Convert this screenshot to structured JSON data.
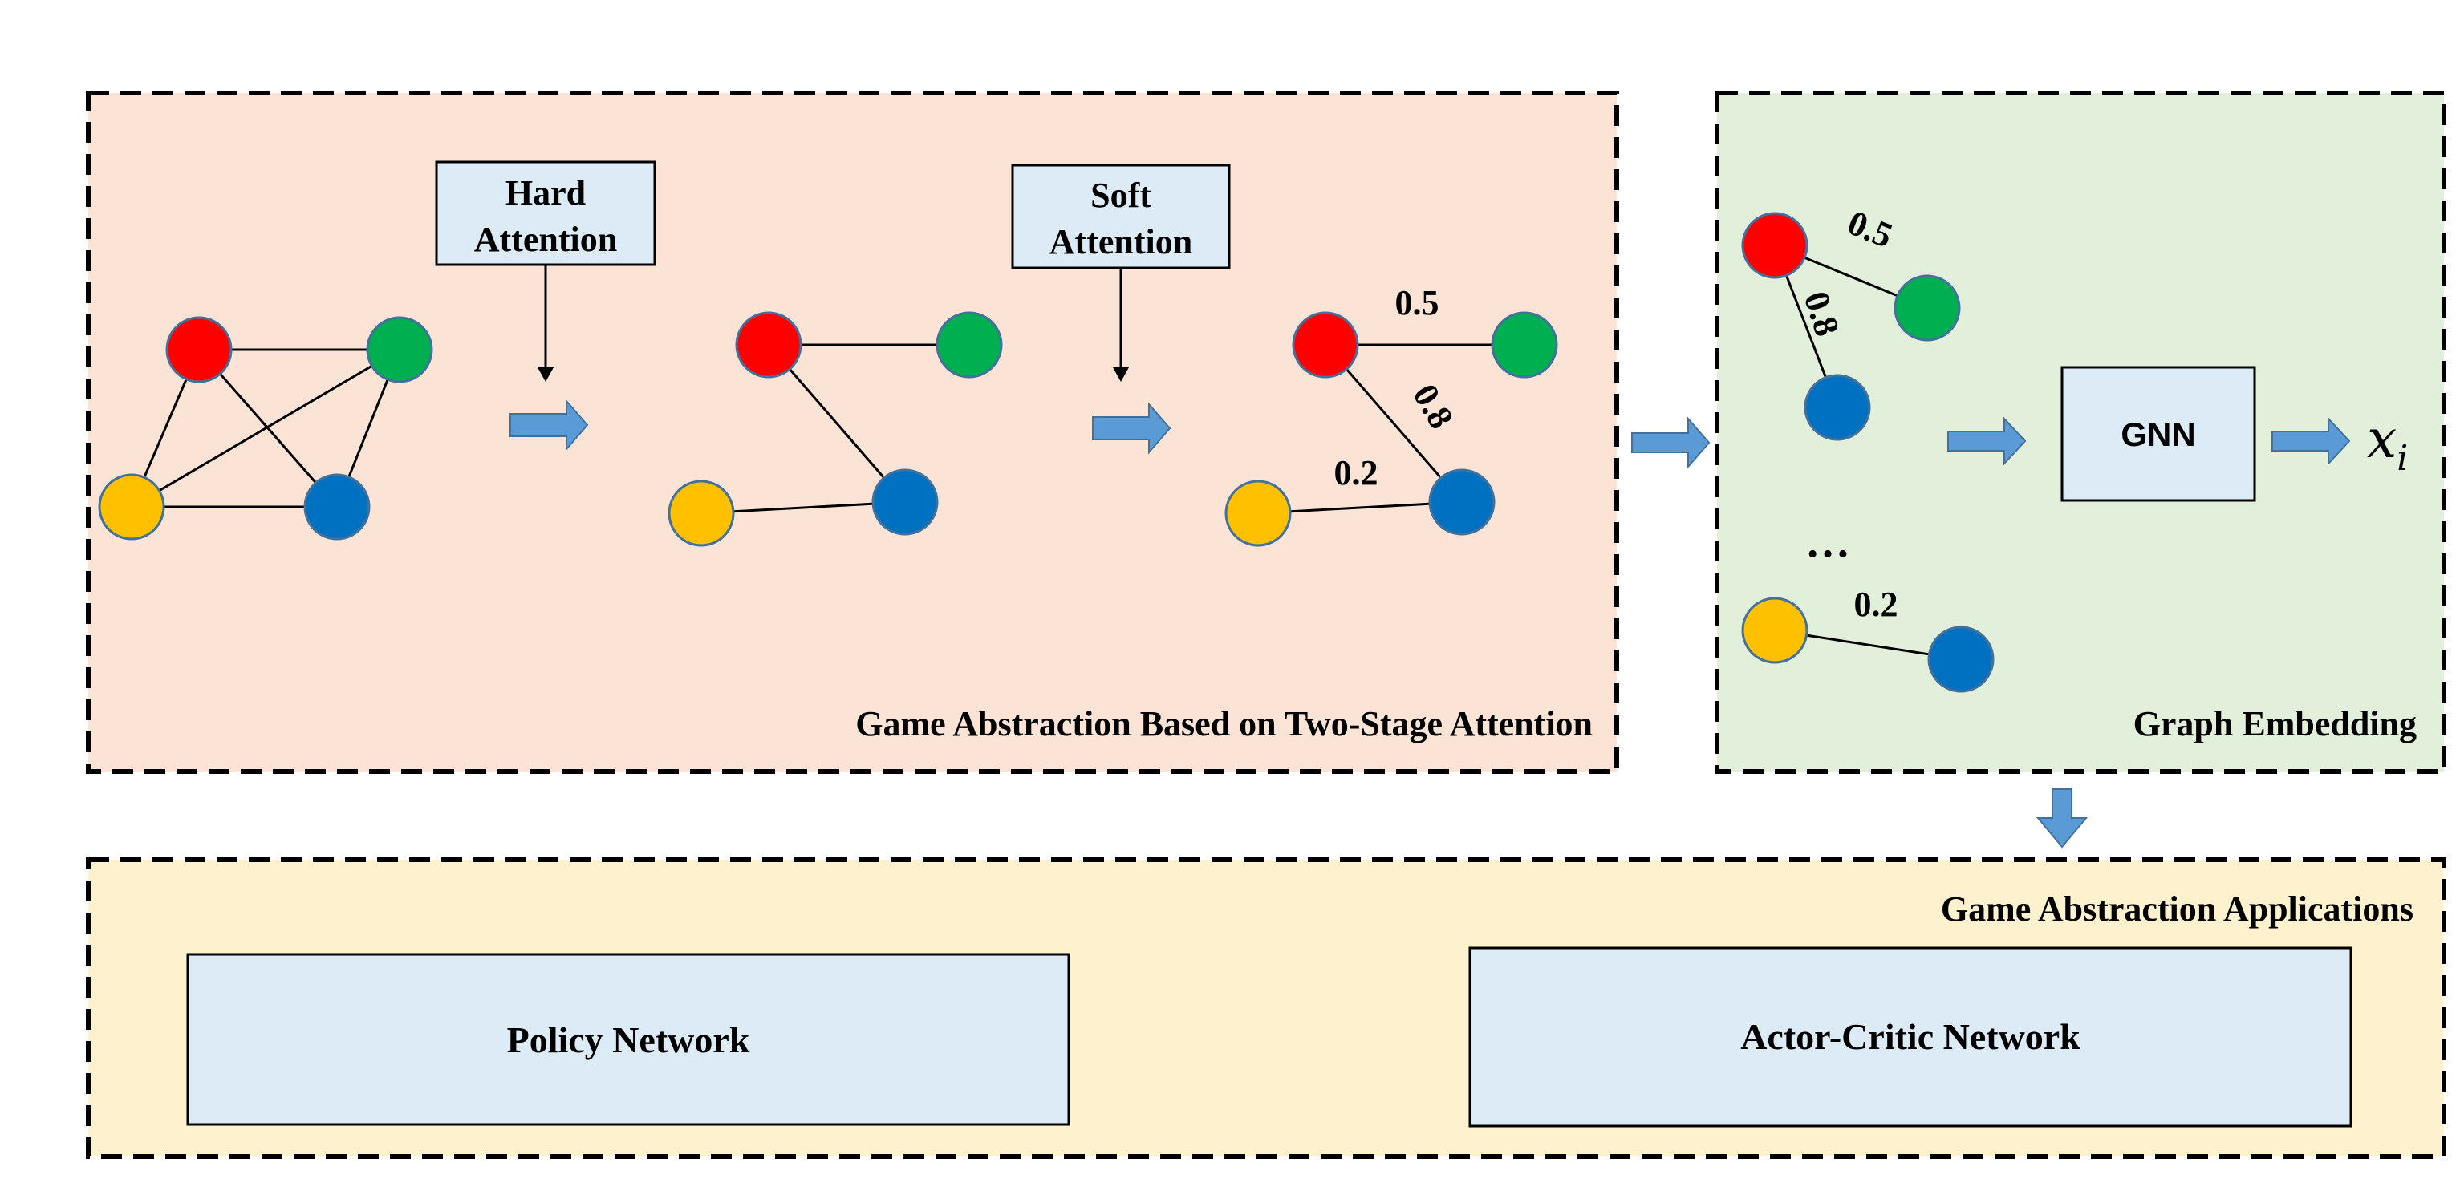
{
  "colors": {
    "left_panel_bg": "#fbe4d6",
    "right_panel_bg": "#e2efda",
    "bottom_panel_bg": "#fdf2cd",
    "box_fill": "#ddebf7",
    "arrow_fill": "#5b9bd5",
    "arrow_stroke": "#41719c",
    "node_red": "#ff0000",
    "node_green": "#00b050",
    "node_blue": "#0070c0",
    "node_yellow": "#ffc000"
  },
  "panels": {
    "abstraction": {
      "label": "Game Abstraction Based on Two-Stage Attention"
    },
    "embedding": {
      "label": "Graph Embedding"
    },
    "applications": {
      "label": "Game Abstraction Applications"
    }
  },
  "attention": {
    "hard": {
      "line1": "Hard",
      "line2": "Attention"
    },
    "soft": {
      "line1": "Soft",
      "line2": "Attention"
    }
  },
  "weights": {
    "soft_red_green": "0.5",
    "soft_red_blue": "0.8",
    "soft_yellow_blue": "0.2",
    "embed_red_green": "0.5",
    "embed_red_blue": "0.8",
    "embed_yellow_blue": "0.2"
  },
  "embedding": {
    "ellipsis": "…",
    "gnn_label": "GNN",
    "output_symbol": "x",
    "output_subscript": "i"
  },
  "applications": {
    "policy_network": "Policy Network",
    "actor_critic_network": "Actor-Critic Network"
  }
}
